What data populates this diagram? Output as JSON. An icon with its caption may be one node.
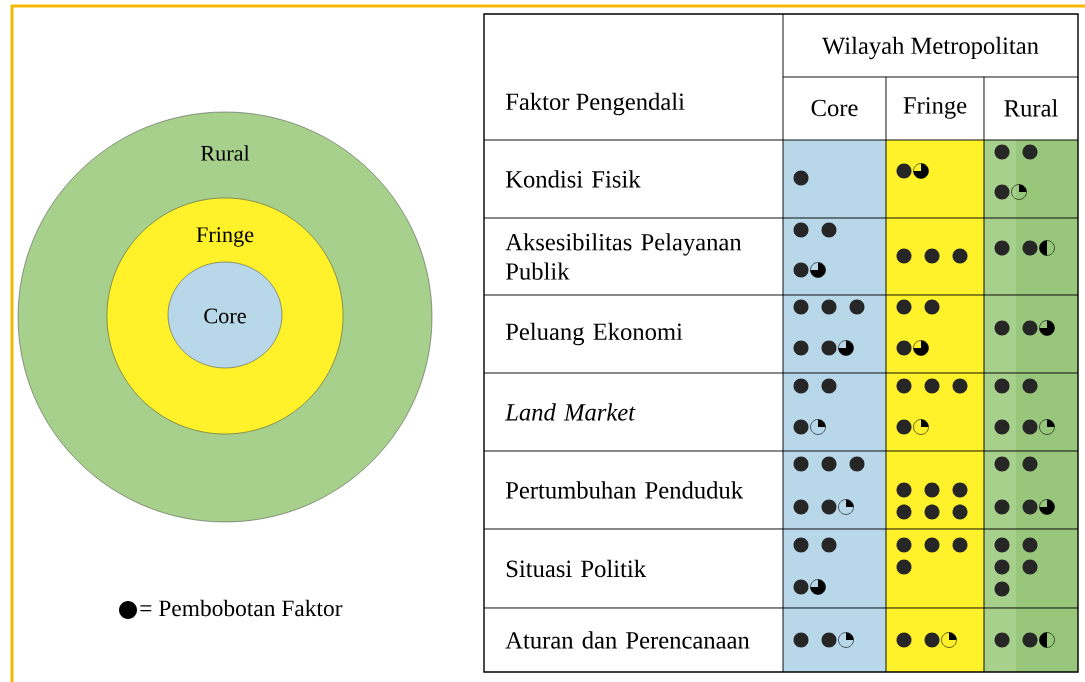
{
  "diagram": {
    "nodes": [
      {
        "text": [
          "Rural"
        ]
      },
      {
        "text": [
          "Fringe"
        ],
        "in": 0
      },
      {
        "text": [
          "Core"
        ],
        "in": 1
      }
    ],
    "labels": [
      "Wilayah Metropolitan",
      "Faktor Pengendali",
      "Core",
      "Fringe",
      "Rural",
      "Kondisi Fisik",
      "Aksesibilitas Pelayanan Publik",
      "Peluang Ekonomi",
      "Land Market",
      "Pertumbuhan Penduduk",
      "Situasi Politik",
      "Aturan dan Perencanaan"
    ],
    "legend": [
      {
        "text": "= Pembobotan Faktor"
      }
    ]
  }
}
